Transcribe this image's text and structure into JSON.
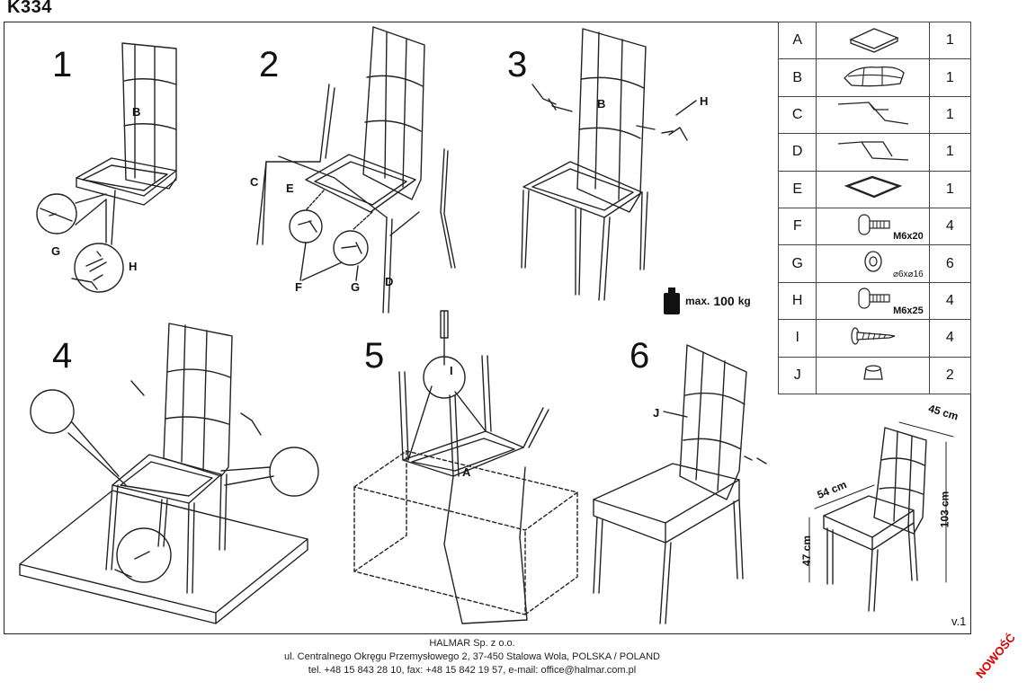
{
  "header": {
    "model": "K334"
  },
  "steps": [
    "1",
    "2",
    "3",
    "4",
    "5",
    "6"
  ],
  "callouts": {
    "s1": {
      "b": "B",
      "g": "G",
      "h": "H"
    },
    "s2": {
      "c": "C",
      "e": "E",
      "f": "F",
      "g": "G",
      "d": "D"
    },
    "s3": {
      "b": "B",
      "h": "H"
    },
    "s5": {
      "a": "A",
      "i": "I"
    },
    "s6": {
      "j": "J"
    }
  },
  "parts": [
    {
      "letter": "A",
      "icon": "seat-cushion-icon",
      "spec": "",
      "qty": "1"
    },
    {
      "letter": "B",
      "icon": "backrest-icon",
      "spec": "",
      "qty": "1"
    },
    {
      "letter": "C",
      "icon": "front-leg-frame-icon",
      "spec": "",
      "qty": "1"
    },
    {
      "letter": "D",
      "icon": "rear-leg-frame-icon",
      "spec": "",
      "qty": "1"
    },
    {
      "letter": "E",
      "icon": "seat-frame-icon",
      "spec": "",
      "qty": "1"
    },
    {
      "letter": "F",
      "icon": "bolt-icon",
      "spec": "M6x20",
      "qty": "4"
    },
    {
      "letter": "G",
      "icon": "washer-icon",
      "spec": "⌀6x⌀16",
      "qty": "6"
    },
    {
      "letter": "H",
      "icon": "bolt-icon",
      "spec": "M6x25",
      "qty": "4"
    },
    {
      "letter": "I",
      "icon": "screw-icon",
      "spec": "",
      "qty": "4"
    },
    {
      "letter": "J",
      "icon": "cap-icon",
      "spec": "",
      "qty": "2"
    }
  ],
  "weight": {
    "prefix": "max.",
    "value": "100",
    "unit": "kg"
  },
  "dimensions": {
    "depth": "45 cm",
    "width": "54 cm",
    "height": "103 cm",
    "seat_height": "47 cm"
  },
  "version": "v.1",
  "footer": {
    "company": "HALMAR Sp. z o.o.",
    "address": "ul. Centralnego Okręgu Przemysłowego 2, 37-450 Stalowa Wola, POLSKA / POLAND",
    "contact": "tel. +48 15 843 28 10, fax: +48 15 842 19 57, e-mail: office@halmar.com.pl"
  },
  "badge": "NOWOŚĆ"
}
